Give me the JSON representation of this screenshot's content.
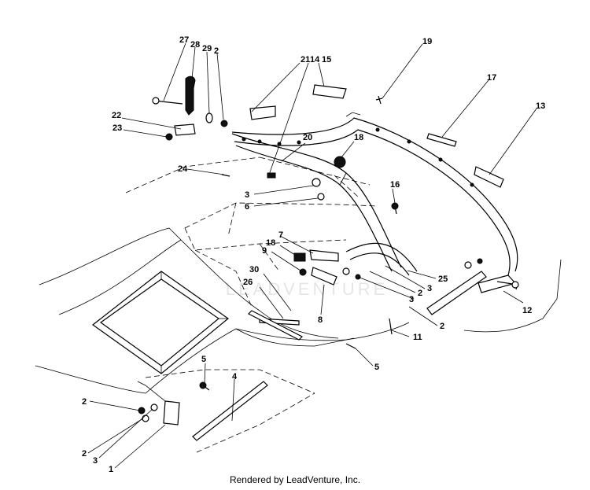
{
  "diagram": {
    "watermark": "LEADVENTURE",
    "footer": "Rendered by LeadVenture, Inc.",
    "callouts": [
      {
        "id": "c27",
        "text": "27"
      },
      {
        "id": "c28",
        "text": "28"
      },
      {
        "id": "c29",
        "text": "29"
      },
      {
        "id": "c2a",
        "text": "2"
      },
      {
        "id": "c21",
        "text": "21"
      },
      {
        "id": "c14",
        "text": "14"
      },
      {
        "id": "c15",
        "text": "15"
      },
      {
        "id": "c19",
        "text": "19"
      },
      {
        "id": "c17",
        "text": "17"
      },
      {
        "id": "c13",
        "text": "13"
      },
      {
        "id": "c22",
        "text": "22"
      },
      {
        "id": "c23",
        "text": "23"
      },
      {
        "id": "c20",
        "text": "20"
      },
      {
        "id": "c18a",
        "text": "18"
      },
      {
        "id": "c24",
        "text": "24"
      },
      {
        "id": "c3a",
        "text": "3"
      },
      {
        "id": "c6",
        "text": "6"
      },
      {
        "id": "c16",
        "text": "16"
      },
      {
        "id": "c7",
        "text": "7"
      },
      {
        "id": "c18b",
        "text": "18"
      },
      {
        "id": "c9",
        "text": "9"
      },
      {
        "id": "c30",
        "text": "30"
      },
      {
        "id": "c26",
        "text": "26"
      },
      {
        "id": "c25",
        "text": "25"
      },
      {
        "id": "c3b",
        "text": "3"
      },
      {
        "id": "c2b",
        "text": "2"
      },
      {
        "id": "c3c",
        "text": "3"
      },
      {
        "id": "c2c",
        "text": "2"
      },
      {
        "id": "c8",
        "text": "8"
      },
      {
        "id": "c11",
        "text": "11"
      },
      {
        "id": "c12",
        "text": "12"
      },
      {
        "id": "c5a",
        "text": "5"
      },
      {
        "id": "c5b",
        "text": "5"
      },
      {
        "id": "c4",
        "text": "4"
      },
      {
        "id": "c2d",
        "text": "2"
      },
      {
        "id": "c2e",
        "text": "2"
      },
      {
        "id": "c3d",
        "text": "3"
      },
      {
        "id": "c1",
        "text": "1"
      }
    ]
  }
}
